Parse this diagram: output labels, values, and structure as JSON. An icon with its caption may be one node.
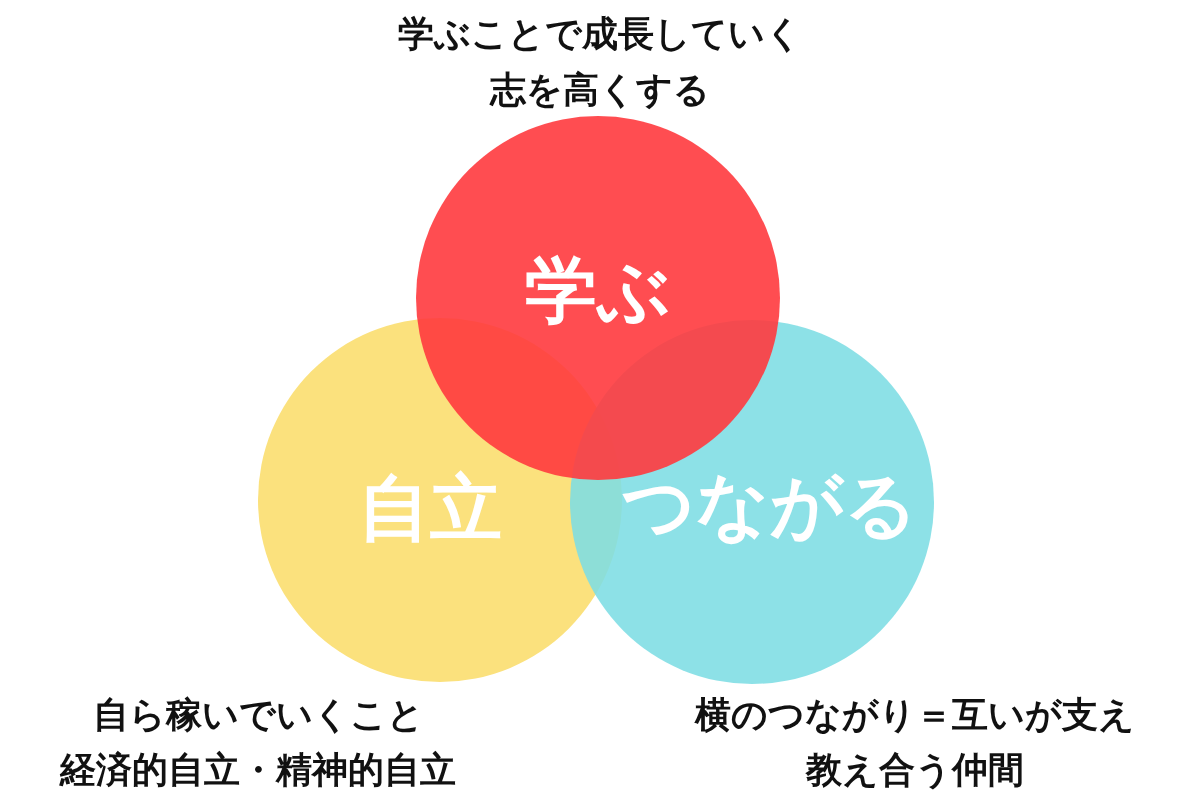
{
  "diagram": {
    "nodes": [
      {
        "text": [
          "学ぶ"
        ],
        "beside": [
          "学ぶことで成長していく",
          "志を高くする"
        ]
      },
      {
        "text": [
          "自立"
        ],
        "beside": [
          "自ら稼いでいくこと",
          "経済的自立・精神的自立"
        ]
      },
      {
        "text": [
          "つながる"
        ],
        "beside": [
          "横のつながり＝互いが支え",
          "教え合う仲間"
        ]
      }
    ]
  }
}
